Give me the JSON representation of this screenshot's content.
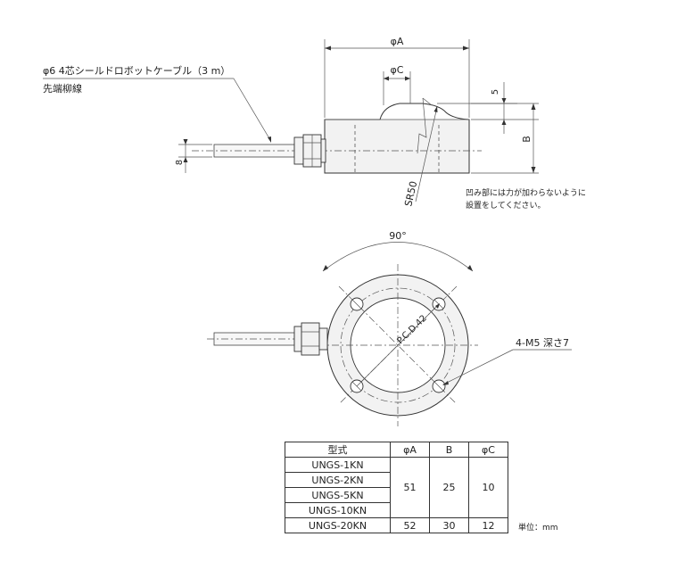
{
  "side_view": {
    "cable_label": "φ6 4芯シールドロボットケーブル（3 m）",
    "cable_end_label": "先端柳線",
    "dim_a": "φA",
    "dim_c": "φC",
    "dim_5": "5",
    "dim_b": "B",
    "dim_8": "8",
    "sr_label": "SR50",
    "note_line1": "凹み部には力が加わらないように",
    "note_line2": "設置をしてください。"
  },
  "top_view": {
    "angle_label": "90°",
    "pcd_label": "P.C.D.42",
    "hole_label": "4-M5 深さ7"
  },
  "table": {
    "headers": [
      "型式",
      "φA",
      "B",
      "φC"
    ],
    "group1_models": [
      "UNGS-1KN",
      "UNGS-2KN",
      "UNGS-5KN",
      "UNGS-10KN"
    ],
    "group1_values": {
      "a": "51",
      "b": "25",
      "c": "10"
    },
    "group2": {
      "model": "UNGS-20KN",
      "a": "52",
      "b": "30",
      "c": "12"
    }
  },
  "unit_note": "単位：mm"
}
